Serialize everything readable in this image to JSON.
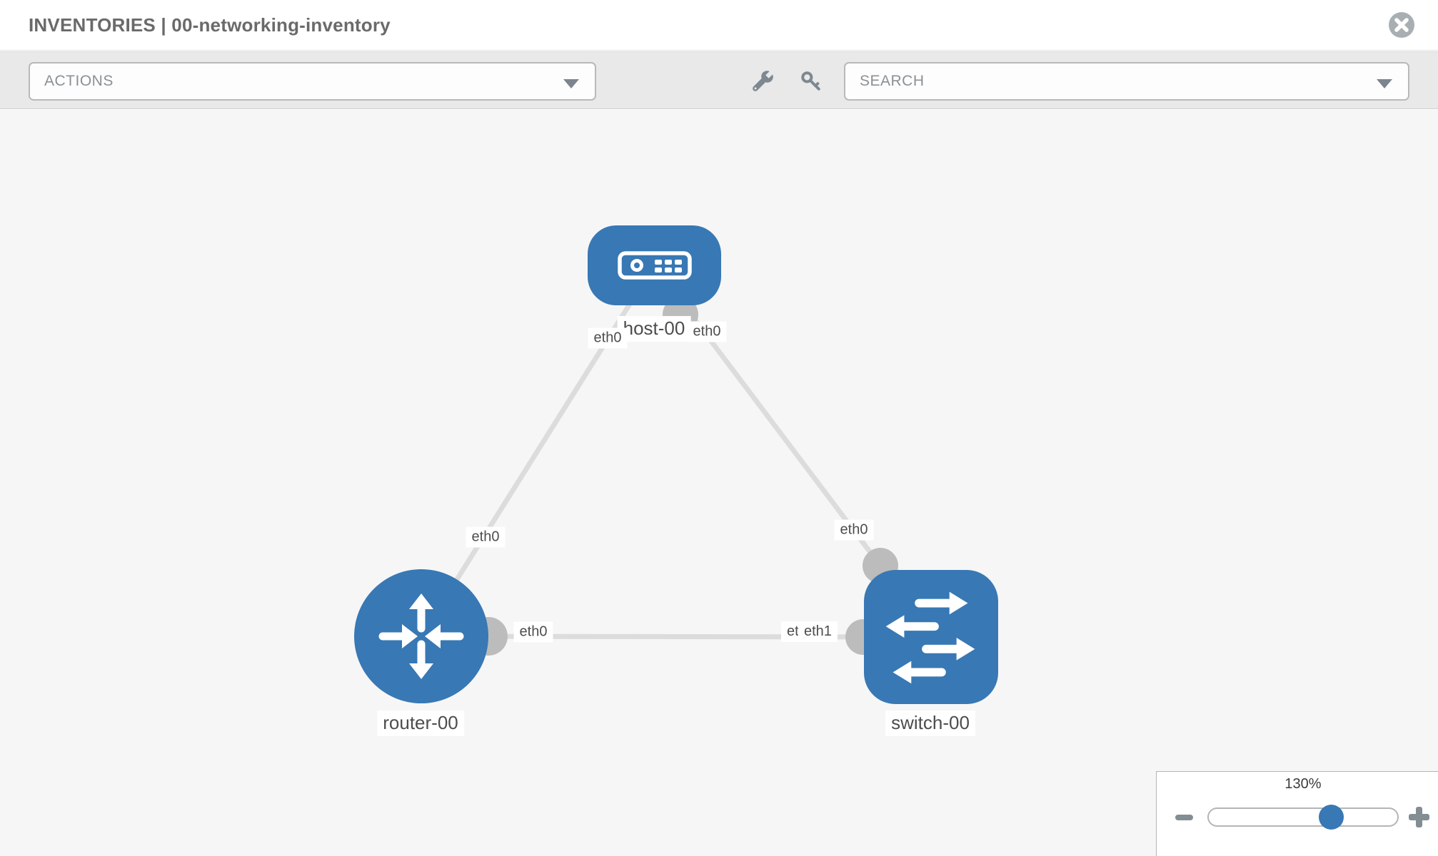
{
  "header": {
    "title": "INVENTORIES | 00-networking-inventory"
  },
  "toolbar": {
    "actions_label": "ACTIONS",
    "search_label": "SEARCH",
    "tool_icons": [
      "wrench",
      "key"
    ]
  },
  "topology": {
    "nodes": [
      {
        "id": "host-00",
        "type": "host",
        "label": "host-00"
      },
      {
        "id": "router-00",
        "type": "router",
        "label": "router-00"
      },
      {
        "id": "switch-00",
        "type": "switch",
        "label": "switch-00"
      }
    ],
    "links": [
      {
        "from": "host-00",
        "to": "router-00"
      },
      {
        "from": "host-00",
        "to": "switch-00"
      },
      {
        "from": "router-00",
        "to": "switch-00"
      }
    ],
    "interfaces": {
      "host_left": "eth0",
      "host_right": "eth0",
      "router_top": "eth0",
      "switch_top": "eth0",
      "router_right": "eth0",
      "switch_left_under": "eth0",
      "switch_left_over": "eth1"
    }
  },
  "zoom_control": {
    "level": "130%"
  },
  "colors": {
    "node_blue": "#3878b4",
    "link_gray": "#dcdcdc",
    "port_gray": "#bcbcbc",
    "canvas_bg": "#f6f6f6",
    "toolbar_bg": "#e9e9e9",
    "title_gray": "#6a6a6a"
  }
}
